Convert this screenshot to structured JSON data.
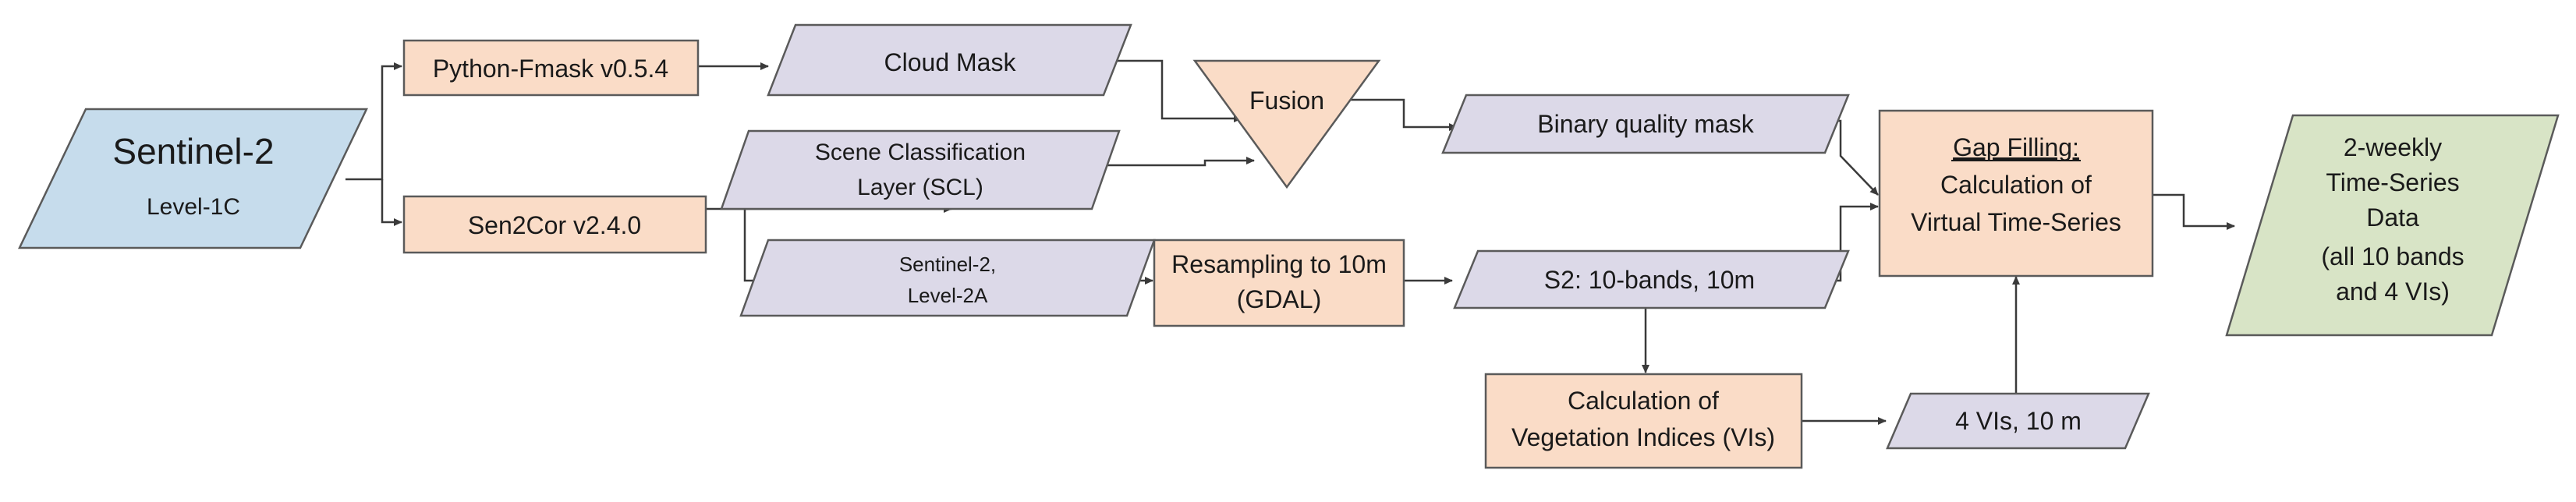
{
  "nodes": {
    "sentinel2_l1c": {
      "title": "Sentinel-2",
      "subtitle": "Level-1C"
    },
    "fmask": {
      "label": "Python-Fmask v0.5.4"
    },
    "sen2cor": {
      "label": "Sen2Cor v2.4.0"
    },
    "cloud_mask": {
      "label": "Cloud Mask"
    },
    "scl": {
      "line1": "Scene Classification",
      "line2": "Layer (SCL)"
    },
    "fusion": {
      "label": "Fusion"
    },
    "binary_mask": {
      "label": "Binary quality mask"
    },
    "sentinel2_l2a": {
      "line1": "Sentinel-2,",
      "line2": "Level-2A"
    },
    "resampling": {
      "line1": "Resampling to 10m",
      "line2": "(GDAL)"
    },
    "s2_bands": {
      "label": "S2: 10-bands, 10m"
    },
    "veg_indices": {
      "line1": "Calculation of",
      "line2": "Vegetation Indices (VIs)"
    },
    "vis": {
      "label": "4 VIs, 10 m"
    },
    "gap_filling": {
      "line1": "Gap Filling:",
      "line2": "Calculation of",
      "line3": "Virtual Time-Series"
    },
    "output": {
      "line1": "2-weekly",
      "line2": "Time-Series",
      "line3": "Data",
      "line4": "(all 10 bands",
      "line5": "and 4 VIs)"
    }
  },
  "colors": {
    "input_fill": "#c6dcec",
    "process_fill": "#fadcc7",
    "data_fill": "#dcd9e8",
    "output_fill": "#d8e4c6",
    "stroke": "#5a5a5a",
    "arrow": "#3a3a3a"
  }
}
